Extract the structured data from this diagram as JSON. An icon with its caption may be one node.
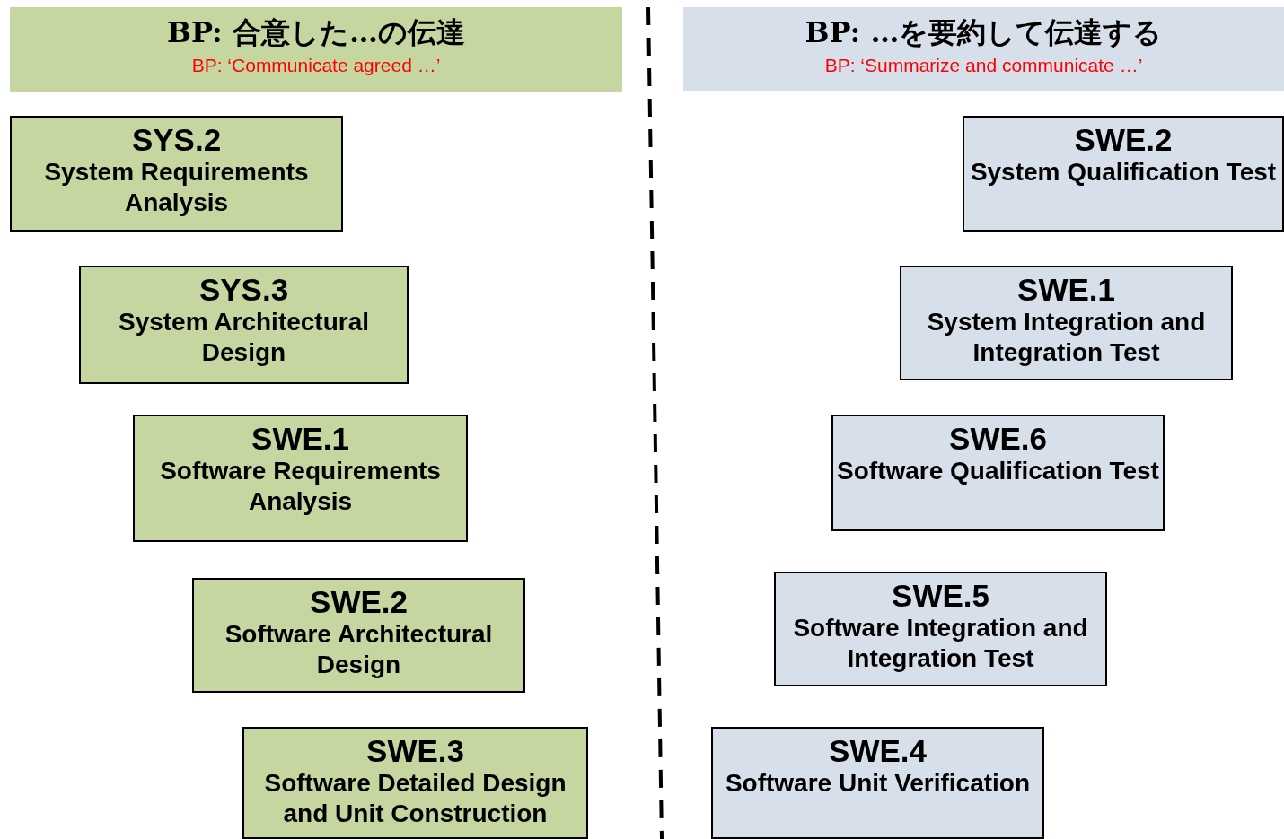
{
  "diagram": {
    "nodes": [
      {
        "text": [
          "BP: 合意した…の伝達",
          "BP: ‘Communicate agreed …’"
        ]
      },
      {
        "text": [
          "BP: …を要約して伝達する",
          "BP: ‘Summarize and communicate …’"
        ]
      },
      {
        "text": [
          "SYS.2",
          "System Requirements Analysis"
        ]
      },
      {
        "text": [
          "SYS.3",
          "System Architectural Design"
        ]
      },
      {
        "text": [
          "SWE.1",
          "Software Requirements Analysis"
        ]
      },
      {
        "text": [
          "SWE.2",
          "Software Architectural Design"
        ]
      },
      {
        "text": [
          "SWE.3",
          "Software Detailed Design and Unit Construction"
        ]
      },
      {
        "text": [
          "SWE.2",
          "System Qualification Test"
        ]
      },
      {
        "text": [
          "SWE.1",
          "System Integration and Integration Test"
        ]
      },
      {
        "text": [
          "SWE.6",
          "Software Qualification Test"
        ]
      },
      {
        "text": [
          "SWE.5",
          "Software Integration and Integration Test"
        ]
      },
      {
        "text": [
          "SWE.4",
          "Software Unit Verification"
        ]
      }
    ]
  }
}
